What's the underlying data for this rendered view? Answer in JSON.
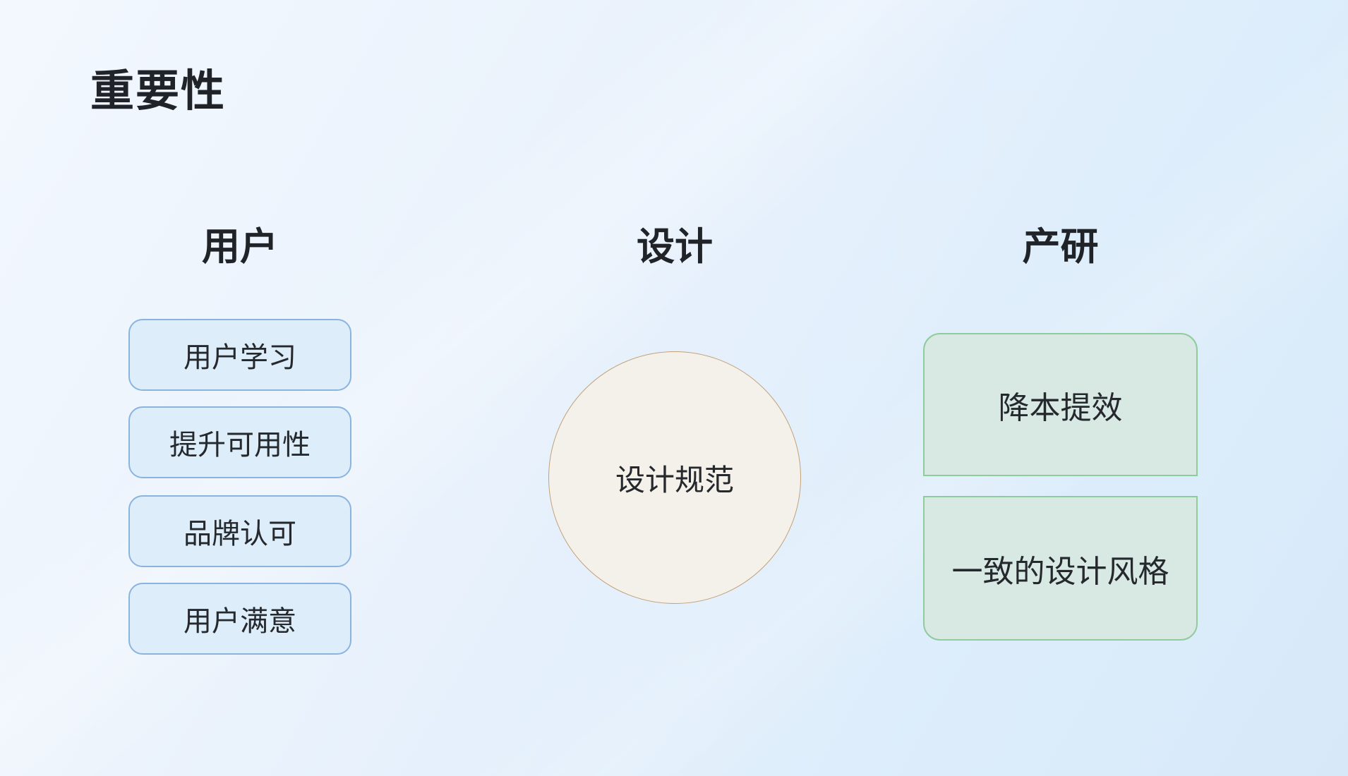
{
  "page": {
    "title": "重要性"
  },
  "columns": [
    {
      "id": "users",
      "header": "用户",
      "items": [
        "用户学习",
        "提升可用性",
        "品牌认可",
        "用户满意"
      ]
    },
    {
      "id": "design",
      "header": "设计",
      "circle_label": "设计规范"
    },
    {
      "id": "product-rd",
      "header": "产研",
      "items": [
        "降本提效",
        "一致的设计风格"
      ]
    }
  ],
  "colors": {
    "background_start": "#f3f8fe",
    "background_end": "#d7e9f9",
    "user_box_fill": "#ddeefa",
    "user_box_border": "#8ab4de",
    "design_circle_fill": "#f4f1eb",
    "design_circle_border": "#c3a178",
    "rd_box_fill": "#d7e9e2",
    "rd_box_border": "#90cb9c",
    "text": "#25282c"
  }
}
